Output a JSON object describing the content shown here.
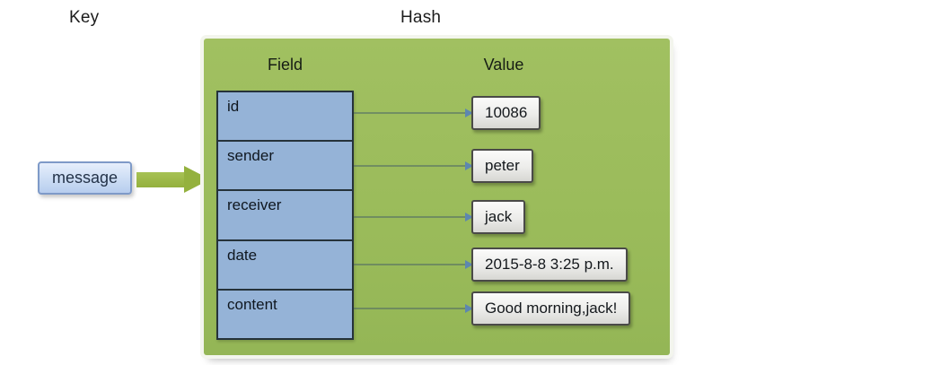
{
  "labels": {
    "key": "Key",
    "hash": "Hash"
  },
  "key_box": {
    "label": "message"
  },
  "hash_panel": {
    "field_header": "Field",
    "value_header": "Value",
    "rows": [
      {
        "field": "id",
        "value": "10086"
      },
      {
        "field": "sender",
        "value": "peter"
      },
      {
        "field": "receiver",
        "value": "jack"
      },
      {
        "field": "date",
        "value": "2015-8-8 3:25 p.m."
      },
      {
        "field": "content",
        "value": "Good morning,jack!"
      }
    ]
  },
  "colors": {
    "hash_panel_bg": "#9abb5a",
    "field_table_bg": "#95b3d7",
    "key_box_bg": "#cfdff5",
    "key_box_border": "#7e9ac8",
    "block_arrow_green": "#94b13e",
    "connector_head_blue": "#5d87b0",
    "value_box_bg": "#ececea"
  }
}
